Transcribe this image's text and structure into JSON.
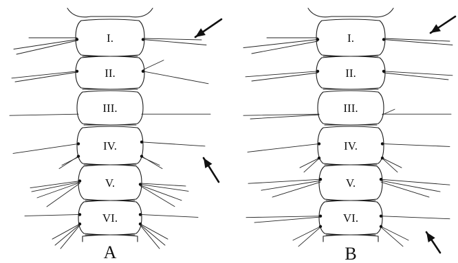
{
  "figure": {
    "panels": [
      {
        "id": "A",
        "label": "A",
        "segments": [
          "I.",
          "II.",
          "III.",
          "IV.",
          "V.",
          "VI."
        ]
      },
      {
        "id": "B",
        "label": "B",
        "segments": [
          "I.",
          "II.",
          "III.",
          "IV.",
          "V.",
          "VI."
        ]
      }
    ]
  }
}
